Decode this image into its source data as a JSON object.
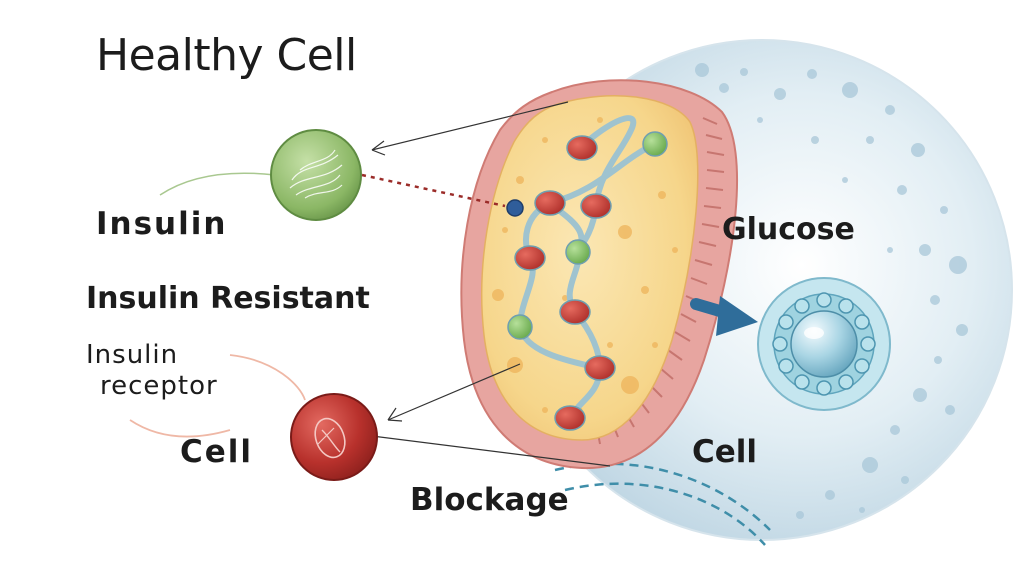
{
  "labels": {
    "title": "Healthy Cell",
    "insulin": "Insulin",
    "insulin_resistant": "Insulin Resistant",
    "insulin_receptor_line1": "Insulin",
    "insulin_receptor_line2": "receptor",
    "cell_left": "Cell",
    "blockage": "Blockage",
    "glucose": "Glucose",
    "cell_right": "Cell"
  },
  "colors": {
    "sphere": "#c9dde8",
    "sphere_spot": "#a9c7d8",
    "cell_body": "#f6d78c",
    "cell_membrane": "#e7a5a0",
    "red_molecule": "#b5302c",
    "green_molecule": "#7fbf5e",
    "strand": "#9fc3cf",
    "insulin_green": "#8bb765",
    "receptor_red": "#b8312c",
    "glucose_blue": "#9fd3e0",
    "arrow": "#2f6d9a"
  },
  "icons": {
    "insulin_molecule": "green-fiber-sphere-icon",
    "receptor_cell": "red-sphere-icon",
    "glucose_molecule": "glucose-flower-icon",
    "entry_arrow": "arrow-right-icon"
  }
}
